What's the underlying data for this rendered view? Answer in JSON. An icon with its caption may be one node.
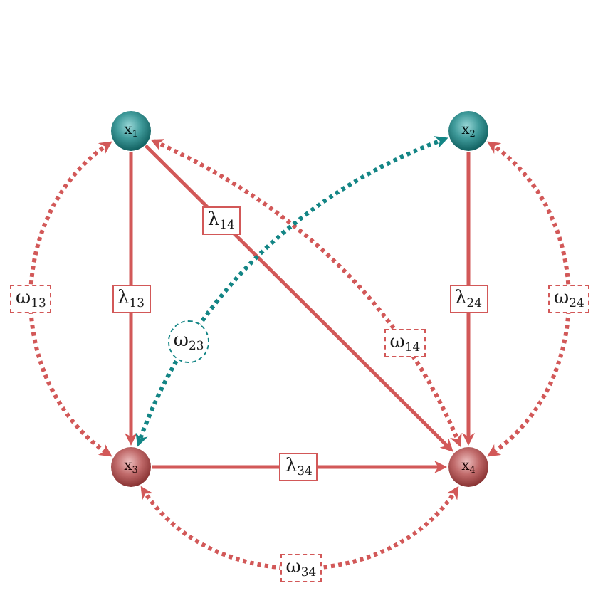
{
  "diagram": {
    "nodes": [
      {
        "text": [
          "x$_{1}$"
        ]
      },
      {
        "text": [
          "x$_{2}$"
        ]
      },
      {
        "text": [
          "x$_{3}$"
        ]
      },
      {
        "text": [
          "x$_{4}$"
        ]
      }
    ],
    "edges": [
      {
        "from": 0,
        "to": 2,
        "arrow": "to",
        "label": "λ$_{13}$"
      },
      {
        "from": 0,
        "to": 3,
        "arrow": "to",
        "label": "λ$_{14}$"
      },
      {
        "from": 1,
        "to": 3,
        "arrow": "to",
        "label": "λ$_{24}$"
      },
      {
        "from": 2,
        "to": 3,
        "arrow": "to",
        "label": "λ$_{34}$"
      },
      {
        "from": 0,
        "to": 2,
        "arrow": "both",
        "label": "ω$_{13}$",
        "style": "dashed"
      },
      {
        "from": 0,
        "to": 3,
        "arrow": "both",
        "label": "ω$_{14}$",
        "style": "dashed"
      },
      {
        "from": 1,
        "to": 2,
        "arrow": "both",
        "label": "ω$_{23}$",
        "style": "dashed",
        "color": "#138585"
      },
      {
        "from": 1,
        "to": 3,
        "arrow": "both",
        "label": "ω$_{24}$",
        "style": "dashed"
      },
      {
        "from": 2,
        "to": 3,
        "arrow": "both",
        "label": "ω$_{34}$",
        "style": "dashed"
      }
    ]
  }
}
